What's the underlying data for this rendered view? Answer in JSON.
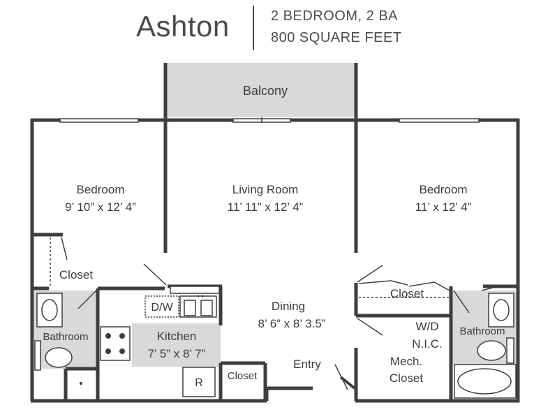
{
  "header": {
    "unit_name": "Ashton",
    "bed_bath": "2 BEDROOM, 2 BA",
    "area": "800 SQUARE FEET"
  },
  "rooms": {
    "balcony": "Balcony",
    "bedroom_left": {
      "name": "Bedroom",
      "size": "9’ 10” x 12’ 4”"
    },
    "living_room": {
      "name": "Living Room",
      "size": "11’ 11” x 12’ 4”"
    },
    "bedroom_right": {
      "name": "Bedroom",
      "size": "11’ x 12’ 4”"
    },
    "closet_left": "Closet",
    "bathroom_left": "Bathroom",
    "kitchen": {
      "name": "Kitchen",
      "size": "7’ 5” x 8’ 7”"
    },
    "dining": {
      "name": "Dining",
      "size": "8’ 6” x 8’ 3.5”"
    },
    "closet_right": "Closet",
    "wd": {
      "line1": "W/D",
      "line2": "N.I.C."
    },
    "bathroom_right": "Bathroom",
    "mech_closet": {
      "line1": "Mech.",
      "line2": "Closet"
    },
    "entry": "Entry",
    "closet_entry": "Closet"
  },
  "fixtures": {
    "dishwasher": "D/W",
    "refrigerator": "R"
  },
  "colors": {
    "wall": "#3d3e40",
    "fill_gray": "#d9d9da",
    "text": "#3a3b3d"
  }
}
